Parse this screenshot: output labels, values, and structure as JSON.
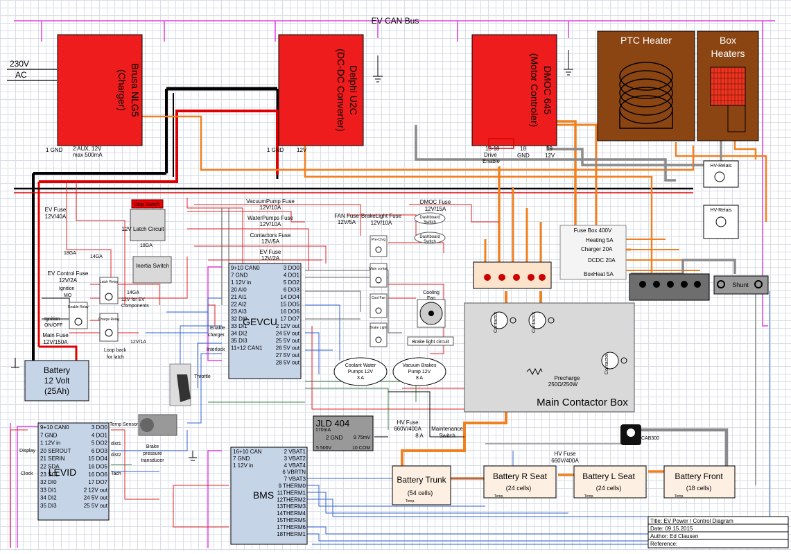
{
  "bus": {
    "can_label": "EV CAN Bus"
  },
  "mains": {
    "voltage": "230V",
    "type": "AC"
  },
  "charger": {
    "title": "Brusa NLG5",
    "subtitle": "(Charger)",
    "gnd": "1 GND",
    "aux": "2 AUX, 12V",
    "aux_max": "max 500mA"
  },
  "dcdc": {
    "title": "Delphi U2C",
    "subtitle": "(DC-DC Converter)",
    "gnd": "1 GND",
    "v12": "12V"
  },
  "dmoc": {
    "title": "DMOC 645",
    "subtitle": "(Motor Controler)",
    "enable_pins": "13-18",
    "drive": "Drive",
    "enable": "Enable",
    "gnd_pin": "18",
    "gnd": "GND",
    "v_pin": "19",
    "v": "12V"
  },
  "ptc": {
    "title": "PTC Heater"
  },
  "box_heaters": {
    "title": "Box",
    "title2": "Heaters"
  },
  "relays": [
    {
      "label": "HV-Relais"
    },
    {
      "label": "HV-Relais"
    }
  ],
  "fuse_box_400v": {
    "title": "Fuse Box 400V",
    "items": [
      "Heating 5A",
      "Charger 20A",
      "DCDC 20A",
      "BoxHeat 5A"
    ]
  },
  "shunt": {
    "label": "Shunt"
  },
  "fuses_12v": [
    {
      "name": "EV Fuse",
      "rating": "12V/40A"
    },
    {
      "name": "VacuumPump Fuse",
      "rating": "12V/10A"
    },
    {
      "name": "WaterPumps Fuse",
      "rating": "12V/10A"
    },
    {
      "name": "Contactors Fuse",
      "rating": "12V/5A"
    },
    {
      "name": "EV Fuse",
      "rating": "12V/2A"
    },
    {
      "name": "FAN Fuse",
      "rating": "12V/5A"
    },
    {
      "name": "BrakeLight Fuse",
      "rating": "12V/10A"
    },
    {
      "name": "DMOC Fuse",
      "rating": "12V/15A"
    },
    {
      "name": "EV Control Fuse",
      "rating": "12V/2A"
    },
    {
      "name": "Main Fuse",
      "rating": "12V/150A"
    }
  ],
  "misc": {
    "stop_switch": "Stop Switch",
    "latch": "12V Latch Circuit",
    "inertia": "Inertia Switch",
    "ignition": "Ignition",
    "ignition_state": "MO",
    "ign_onoff": "Ignition",
    "ign_onoff2": "ON/OFF",
    "latch_relay": "Latch Relay",
    "enable_relay": "Enable Relay",
    "charge_relay": "Charge Relay",
    "for_ev": "12V for EV",
    "components": "Components",
    "loop_back": "Loop back",
    "for_latch": "for latch",
    "fuse_12v1a": "12V/1A",
    "amp18": "18GA",
    "amp14": "14GA",
    "amp18b": "18GA",
    "amp14b": "14GA",
    "throttle": "Throttle",
    "brake_pressure": "Brake",
    "brake_pressure2": "pressure",
    "brake_pressure3": "transducer",
    "cooling_fan": "Cooling",
    "cooling_fan2": "Fan",
    "dash1": "Dashboard",
    "dash1b": "Switch",
    "dash2": "Dashboard",
    "dash2b": "Switch",
    "brake_light": "Brake light circuit",
    "pre_chrg": "Pre-Chrg",
    "main_contac": "Main contac",
    "cool_fan": "Cool Fan",
    "brake_light_relay": "Brake Light",
    "enable_charger": "Enable",
    "charger2": "charger",
    "interlock": "Interlock",
    "temp_sensor": "Temp Sensor",
    "display": "Display",
    "clock": "Clock",
    "tach": "Tach",
    "dist1": "dist1",
    "dist2": "dist2"
  },
  "battery12": {
    "title": "Battery",
    "volt": "12 Volt",
    "cap": "(25Ah)"
  },
  "gevcu": {
    "title": "GEVCU",
    "left": [
      "9+10 CAN0",
      "7 GND",
      "1 12V in",
      "20 AI0",
      "21 AI1",
      "22 AI2",
      "23 AI3",
      "32 DI0",
      "33 DI1",
      "34 DI2",
      "35 DI3",
      "11+12 CAN1"
    ],
    "right": [
      "3 DO0",
      "4 DO1",
      "5 DO2",
      "6 DO3",
      "14 DO4",
      "15 DO5",
      "16 DO6",
      "17 DO7",
      "2 12V out",
      "24 5V out",
      "25 5V out",
      "26 5V out",
      "27 5V out",
      "28 5V out"
    ]
  },
  "levid": {
    "title": "LEVID",
    "left": [
      "9+10 CAN0",
      "7 GND",
      "1 12V in",
      "20 SEROUT",
      "21 SERIN",
      "22 SDA",
      "23 SCL",
      "32 DI0",
      "33 DI1",
      "34 DI2",
      "35 DI3"
    ],
    "right": [
      "3 DO0",
      "4 DO1",
      "5 DO2",
      "6 DO3",
      "15 DO4",
      "16 DO5",
      "16 DO6",
      "17 DO7",
      "2 12V out",
      "24 5V out",
      "25 5V out"
    ]
  },
  "bms": {
    "title": "BMS",
    "left": [
      "16+10 CAN",
      "7 GND",
      "1 12V in"
    ],
    "right": [
      "2 VBAT1",
      "3 VBAT2",
      "4 VBAT4",
      "6 VBRTN",
      "7 VBAT3",
      "9 THERM0",
      "11THERM1",
      "12THERM2",
      "13THERM3",
      "14THERM4",
      "15THERM5",
      "17THERM6",
      "18THERM1"
    ]
  },
  "jld": {
    "title": "JLD 404",
    "l1": "170mA",
    "l2": "2 GND",
    "l3": "9 75mV",
    "l4": "5 500V",
    "l5": "10 COM"
  },
  "hv_fuse1": {
    "name": "HV Fuse",
    "rating": "660V/400A",
    "sub": "8 A"
  },
  "maintenance": {
    "l1": "Maintenance",
    "l2": "Switch"
  },
  "hv_fuse2": {
    "name": "HV Fuse",
    "rating": "660V/400A"
  },
  "sensor": {
    "name": "CAB300"
  },
  "pumps": {
    "l1": "Coolant Water",
    "l2": "Pumps 12V",
    "l3": "3 A"
  },
  "vacuum": {
    "l1": "Vacuum Brakes",
    "l2": "Pump 12V",
    "l3": "8 A"
  },
  "contactor_box": {
    "title": "Main Contactor Box",
    "precharge": "Precharge",
    "resistor": "250Ω/250W",
    "contactor": "Contactor"
  },
  "batteries": [
    {
      "name": "Battery Trunk",
      "cells": "(54 cells)"
    },
    {
      "name": "Battery R Seat",
      "cells": "(24 cells)"
    },
    {
      "name": "Battery L Seat",
      "cells": "(24 cells)"
    },
    {
      "name": "Battery Front",
      "cells": "(18 cells)"
    }
  ],
  "temp": "Temp.",
  "title_block": {
    "title": "Title: EV Power / Control Diagram",
    "date": "Date: 09.15.2015",
    "author": "Author: Ed Clausen",
    "reference": "Reference:"
  }
}
